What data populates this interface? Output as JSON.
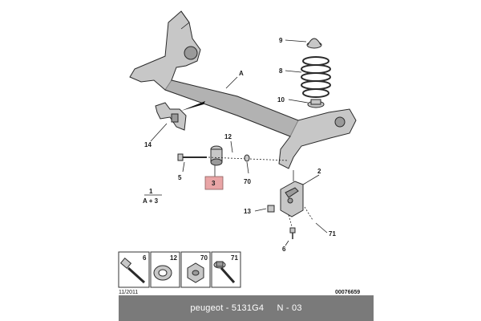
{
  "callouts": {
    "frame": "A",
    "bump_stop": "9",
    "spring": "8",
    "spring_seat": "10",
    "bracket": "14",
    "bolt_12": "12",
    "bolt_5": "5",
    "bushing": "3",
    "washer_70": "70",
    "support_2": "2",
    "nut_13": "13",
    "nut_71": "71",
    "screw_6": "6"
  },
  "formula": {
    "top": "1",
    "bottom": "A + 3"
  },
  "legend": {
    "items": [
      {
        "number": "6",
        "icon": "screw-icon"
      },
      {
        "number": "12",
        "icon": "washer-icon"
      },
      {
        "number": "70",
        "icon": "nut-icon"
      },
      {
        "number": "71",
        "icon": "flange-bolt-icon"
      }
    ]
  },
  "date_code": "11/2011",
  "ref_code": "00076659",
  "footer": {
    "brand": "peugeot",
    "part_code": "5131G4",
    "sheet": "N - 03"
  },
  "colors": {
    "highlight_tag": "#e9a5a6",
    "footer_bg": "#7a7a7a"
  }
}
